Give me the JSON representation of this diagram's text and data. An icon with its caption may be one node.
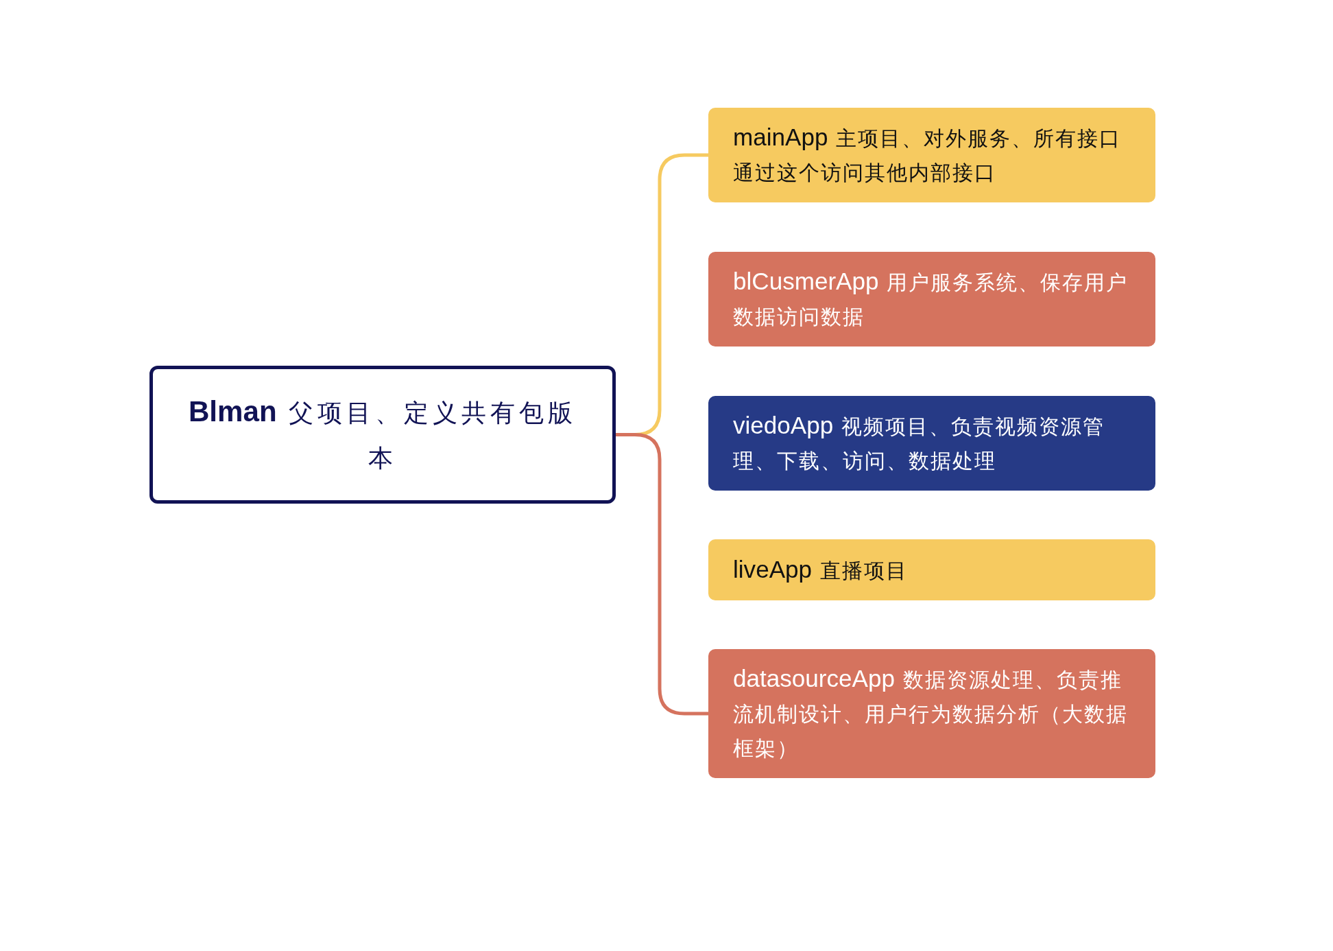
{
  "diagram": {
    "nodes": [
      {
        "text": [
          "**Blman** 父项目、定义共有包版本"
        ]
      },
      {
        "text": [
          "mainApp 主项目、对外服务、所有接口通过这个访问其他内部接口"
        ]
      },
      {
        "text": [
          "blCusmerApp 用户服务系统、保存用户数据访问数据"
        ]
      },
      {
        "text": [
          "viedoApp 视频项目、负责视频资源管理、下载、访问、数据处理"
        ]
      },
      {
        "text": [
          "liveApp 直播项目"
        ]
      },
      {
        "text": [
          "datasourceApp 数据资源处理、负责推流机制设计、用户行为数据分析（大数据框架）"
        ]
      }
    ],
    "edges": [
      {
        "from": 0,
        "to": 1,
        "arrow": "none",
        "color": "#f6ca60"
      },
      {
        "from": 0,
        "to": 5,
        "arrow": "none",
        "color": "#d5735e"
      }
    ]
  }
}
